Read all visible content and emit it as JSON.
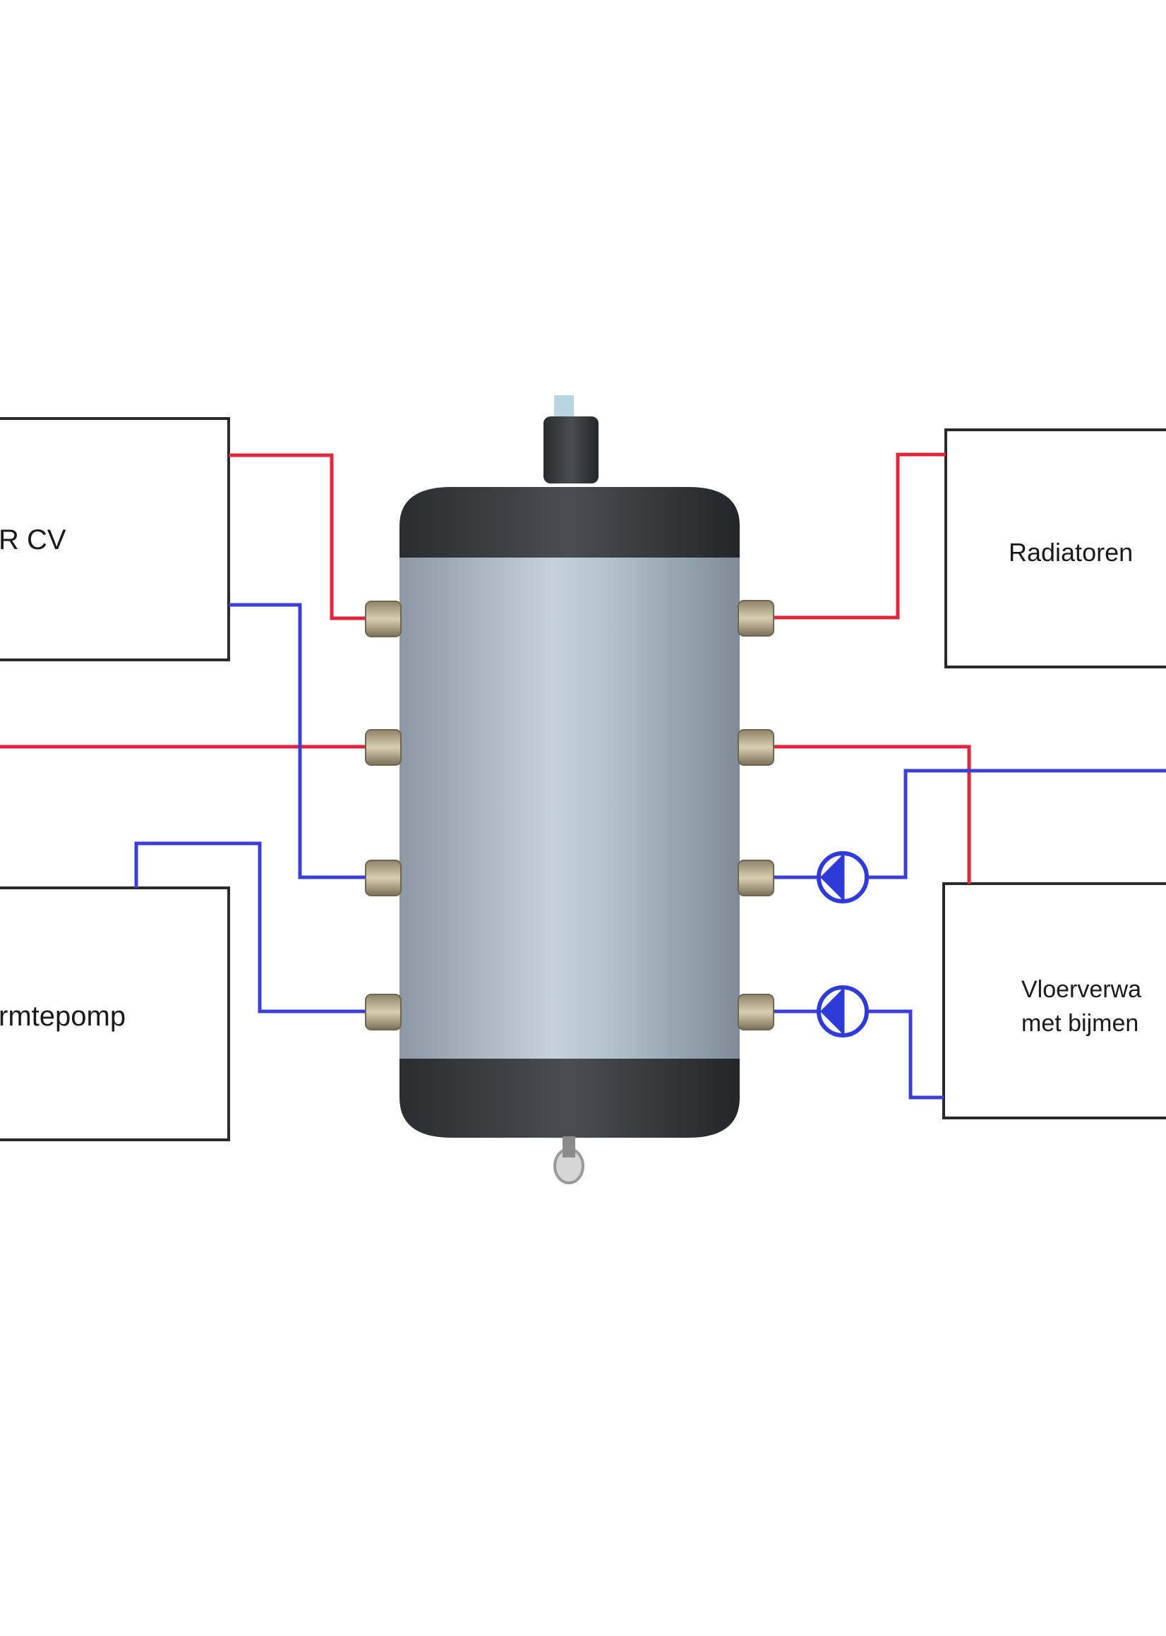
{
  "diagram": {
    "boxes": [
      {
        "id": "cv",
        "label_lines": [
          "R CV"
        ]
      },
      {
        "id": "wp",
        "label_lines": [
          "rmtepomp"
        ]
      },
      {
        "id": "rad",
        "label_lines": [
          "Radiatoren"
        ]
      },
      {
        "id": "vloer",
        "label_lines": [
          "Vloerverwa",
          "met bijmen"
        ]
      }
    ],
    "colors": {
      "supply_pipe": "#e0263a",
      "return_pipe": "#3b3fd6",
      "pump": "#2f3bd8",
      "box_stroke": "#2a2a2a",
      "tank_body": "#a9b7c2",
      "tank_cap": "#333538",
      "fitting": "#b8a878"
    },
    "components": {
      "tank": "buffer-tank",
      "pumps": [
        "circulation-pump-upper",
        "circulation-pump-lower"
      ]
    }
  }
}
